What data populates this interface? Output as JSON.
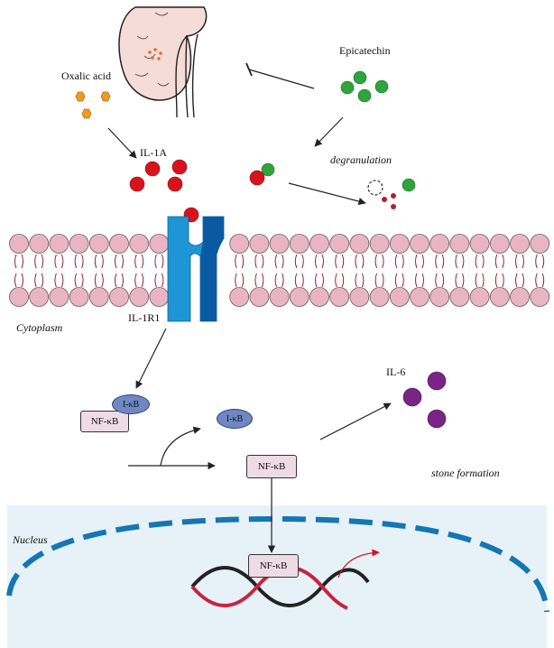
{
  "labels": {
    "oxalic_acid": "Oxalic acid",
    "epicatechin": "Epicatechin",
    "il1a": "IL-1A",
    "degranulation": "degranulation",
    "cytoplasm": "Cytoplasm",
    "il1r1": "IL-1R1",
    "il6": "IL-6",
    "stone_formation": "stone formation",
    "nucleus": "Nucleus"
  },
  "proteins": {
    "ikb_complex": "I-κB",
    "nfkb_complex": "NF-κB",
    "ikb_free": "I-κB",
    "nfkb_free": "NF-κB",
    "nfkb_nuclear": "NF-κB"
  },
  "colors": {
    "oxalate": "#f29a1f",
    "il1a": "#d7141c",
    "epicatechin": "#2ea43c",
    "il6": "#7a2585",
    "membrane_head": "#e9b5c4",
    "receptor_light": "#1e96d6",
    "receptor_dark": "#0a5aa3",
    "nucleus_fill": "#e7f1f8",
    "nucleus_border": "#1576b4",
    "dna_red": "#c8233e",
    "dna_black": "#222222"
  }
}
